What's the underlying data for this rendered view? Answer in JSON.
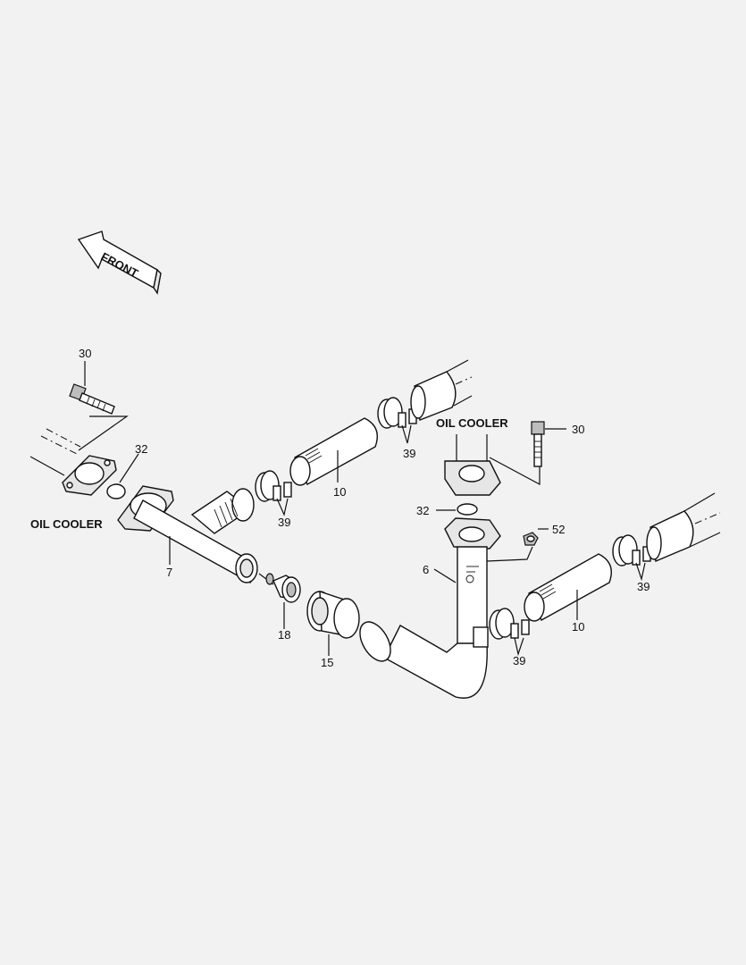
{
  "front_arrow": {
    "label": "FRONT"
  },
  "oil_cooler_labels": {
    "left": "OIL COOLER",
    "right": "OIL COOLER"
  },
  "callouts": {
    "p30_left": "30",
    "p32_left": "32",
    "p39_a": "39",
    "p39_b": "39",
    "p10_upper": "10",
    "p7": "7",
    "p18": "18",
    "p15": "15",
    "p30_right": "30",
    "p32_right": "32",
    "p52": "52",
    "p6": "6",
    "p39_c": "39",
    "p39_d": "39",
    "p10_lower": "10"
  }
}
